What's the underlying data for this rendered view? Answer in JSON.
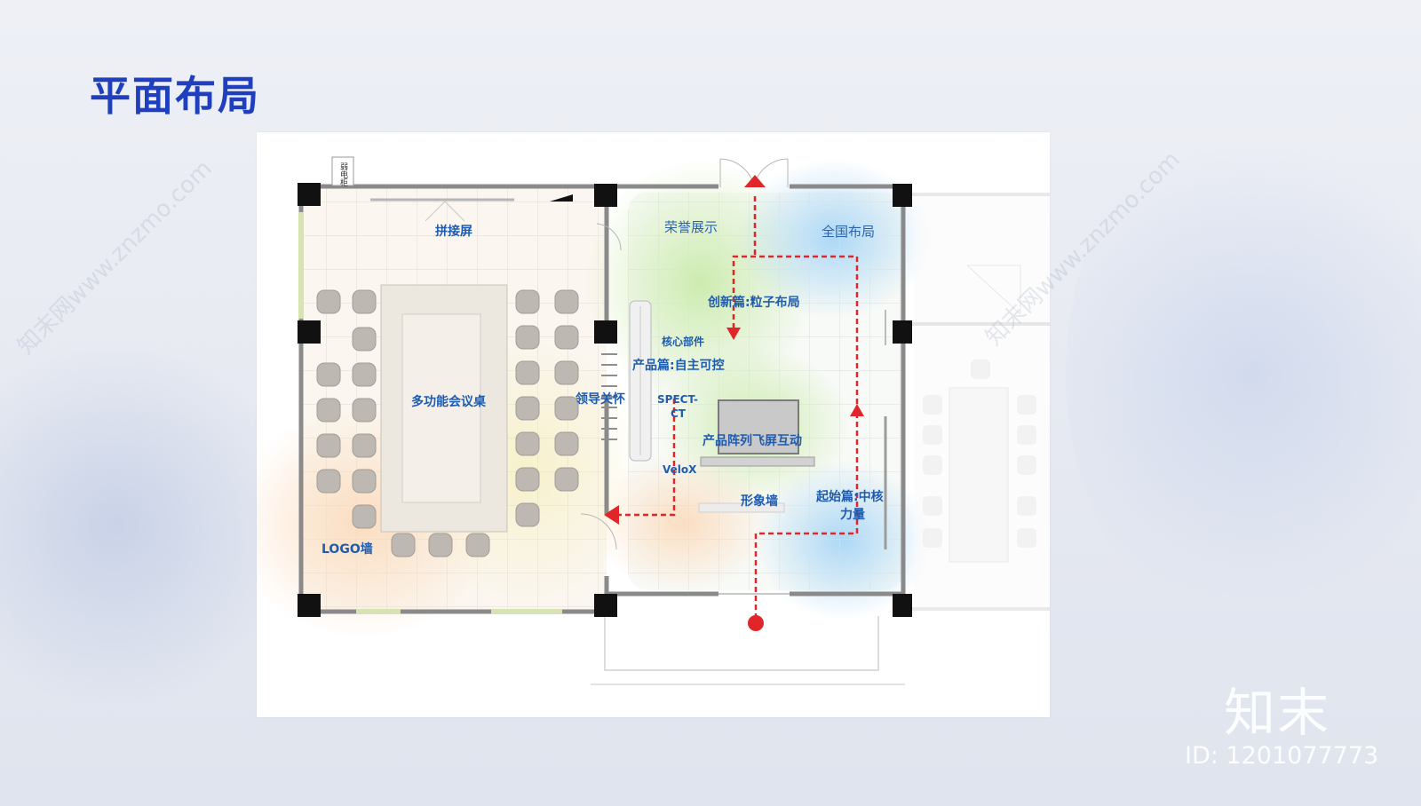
{
  "slide": {
    "title": "平面布局"
  },
  "plan": {
    "top_left_box": "弱电柜",
    "labels": {
      "pinjieping": "拼接屏",
      "conference_table": "多功能会议桌",
      "logo_wall": "LOGO墙",
      "leader_care": "领导关怀",
      "honor_display": "荣誉展示",
      "national_layout": "全国布局",
      "innovation": "创新篇:粒子布局",
      "core_parts": "核心部件",
      "product_control": "产品篇:自主可控",
      "spect_1": "SPECT-",
      "spect_2": "CT",
      "product_array": "产品阵列飞屏互动",
      "velox": "VeloX",
      "image_wall": "形象墙",
      "origin_1": "起始篇:中核",
      "origin_2": "力量"
    }
  },
  "watermark": {
    "site": "知末网www.znzmo.com",
    "logo": "知末",
    "id": "ID: 1201077773"
  }
}
